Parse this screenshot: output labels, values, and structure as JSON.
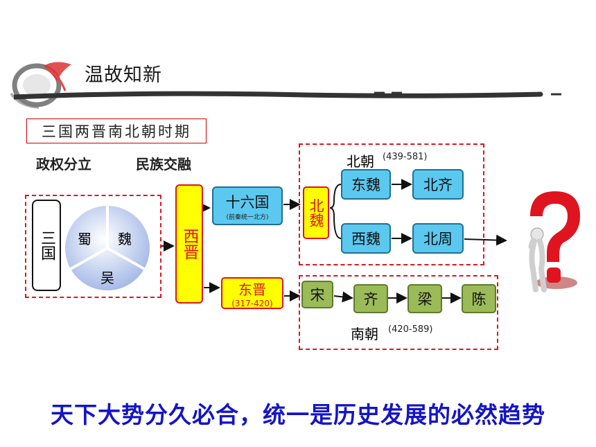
{
  "title": "温故知新",
  "period": "三国两晋南北朝时期",
  "subtitles": {
    "left": "政权分立",
    "right": "民族交融"
  },
  "three_kingdoms": {
    "label": "三国",
    "shu": "蜀",
    "wei": "魏",
    "wu": "吴"
  },
  "western_jin": "西晋",
  "sixteen_kingdoms": {
    "name": "十六国",
    "note": "(前秦统一北方)"
  },
  "eastern_jin": {
    "name": "东晋",
    "years": "(317-420)"
  },
  "northern_dynasties": {
    "title": "北朝",
    "years": "(439-581)",
    "northern_wei": "北魏",
    "eastern_wei": "东魏",
    "western_wei": "西魏",
    "northern_qi": "北齐",
    "northern_zhou": "北周"
  },
  "southern_dynasties": {
    "title": "南朝",
    "years": "(420-589)",
    "states": [
      "宋",
      "齐",
      "梁",
      "陈"
    ]
  },
  "slogan": "天下大势分久必合，统一是历史发展的必然趋势",
  "colors": {
    "accent_red": "#e0141e",
    "node_blue": "#5bc8ef",
    "node_green": "#9bbb59",
    "highlight_yellow": "#ffff00",
    "slogan_blue": "#1414c8"
  }
}
